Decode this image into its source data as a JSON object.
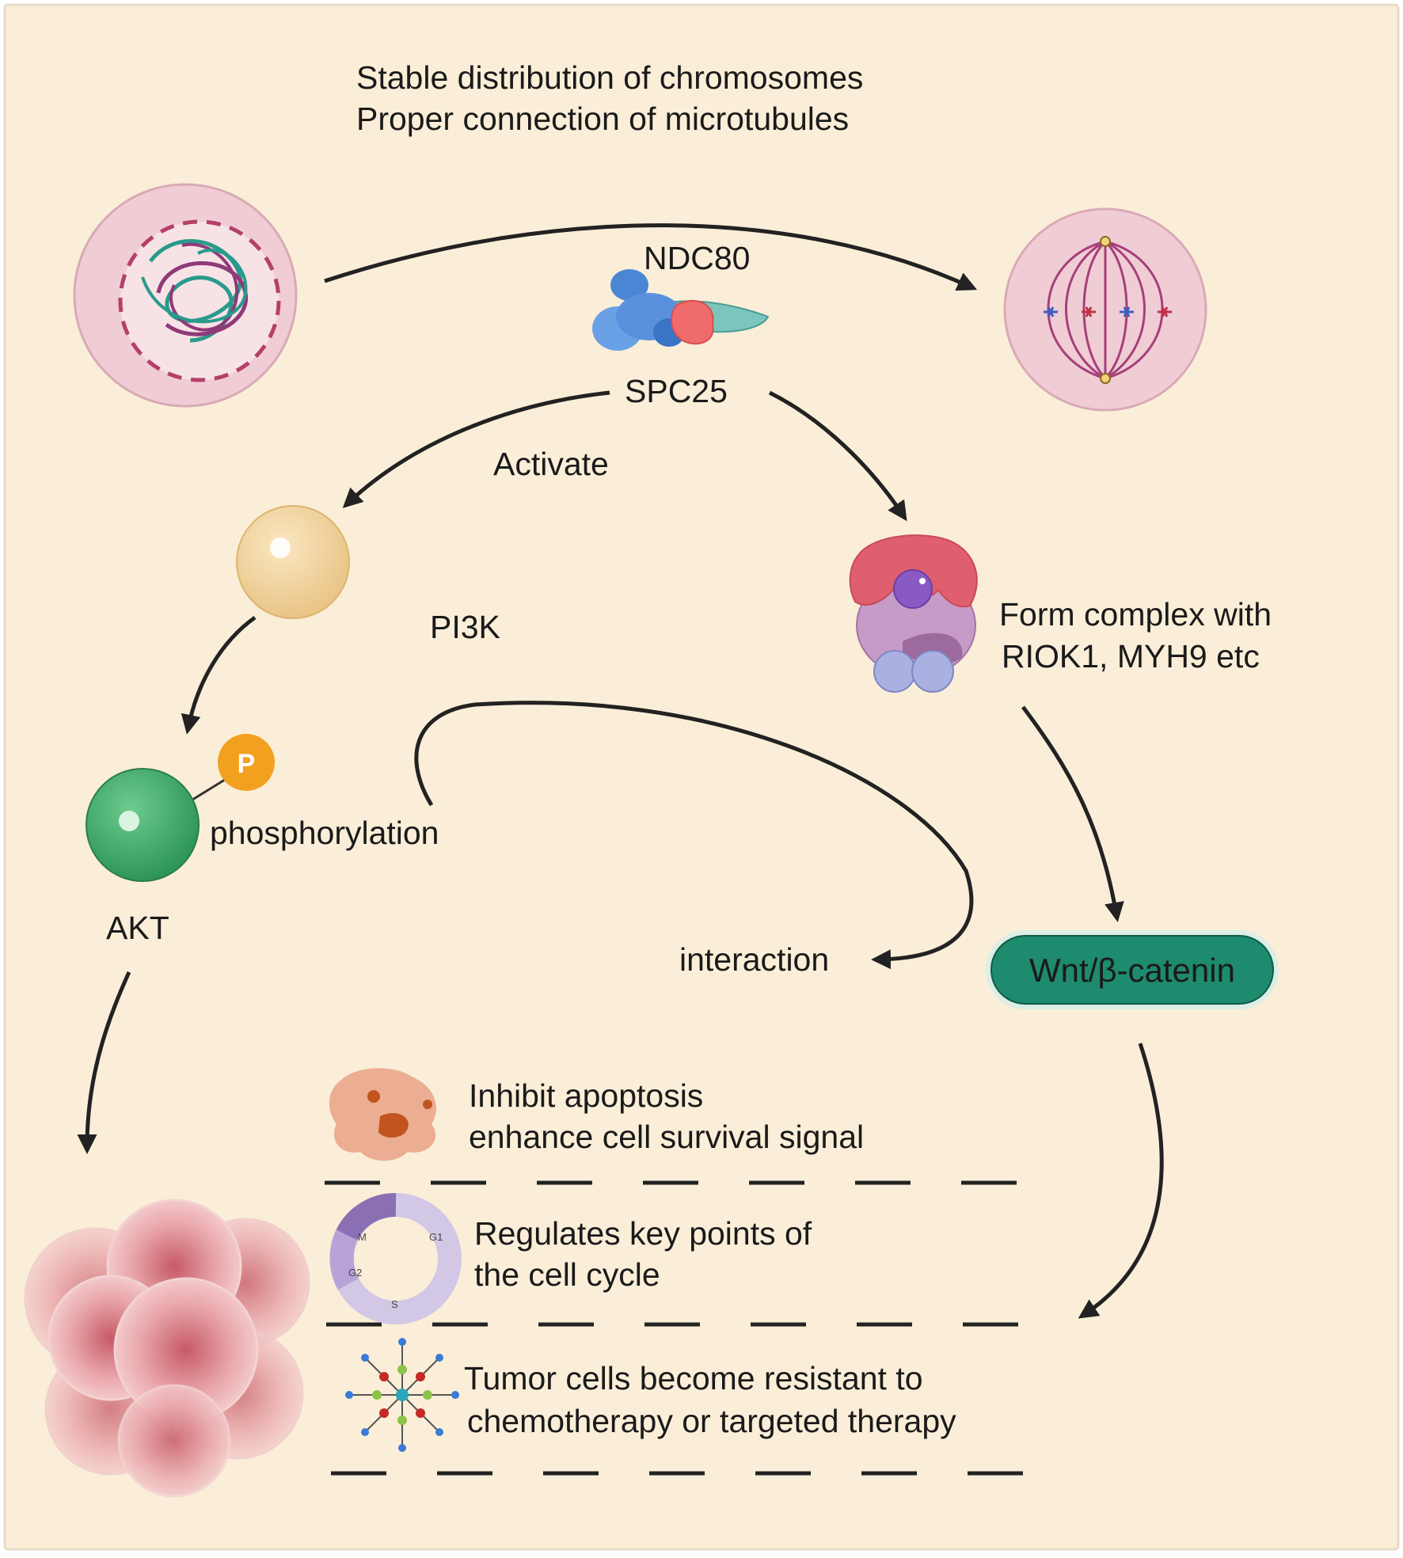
{
  "header": {
    "line1": "Stable distribution of chromosomes",
    "line2": "Proper connection of microtubules"
  },
  "labels": {
    "ndc80": "NDC80",
    "spc25": "SPC25",
    "activate": "Activate",
    "pi3k": "PI3K",
    "akt": "AKT",
    "phosphate": "P",
    "phosphorylation": "phosphorylation",
    "complex_line1": "Form complex with",
    "complex_line2": "RIOK1, MYH9 etc",
    "interaction": "interaction",
    "wnt": "Wnt/β-catenin"
  },
  "effects": [
    {
      "line1": "Inhibit apoptosis",
      "line2": "enhance cell survival signal"
    },
    {
      "line1": "Regulates key points of",
      "line2": "the cell cycle"
    },
    {
      "line1": "Tumor cells become resistant to",
      "line2": "chemotherapy or targeted therapy"
    }
  ],
  "cell_cycle_phases": {
    "m": "M",
    "g1": "G1",
    "g2": "G2",
    "s": "S"
  },
  "colors": {
    "background": "#faeed8",
    "border": "#e7dcc8",
    "arrow": "#222222",
    "cell_pink": "#f0cdd5",
    "chromatin_teal": "#2a9a8c",
    "chromatin_purple": "#8e3a78",
    "pi3k": "#f3d5a0",
    "akt": "#3fae6a",
    "phosphate": "#f2a11f",
    "wnt_fill": "#1e8a6e",
    "complex_red": "#e05f6e",
    "complex_purple": "#b98fbe"
  }
}
